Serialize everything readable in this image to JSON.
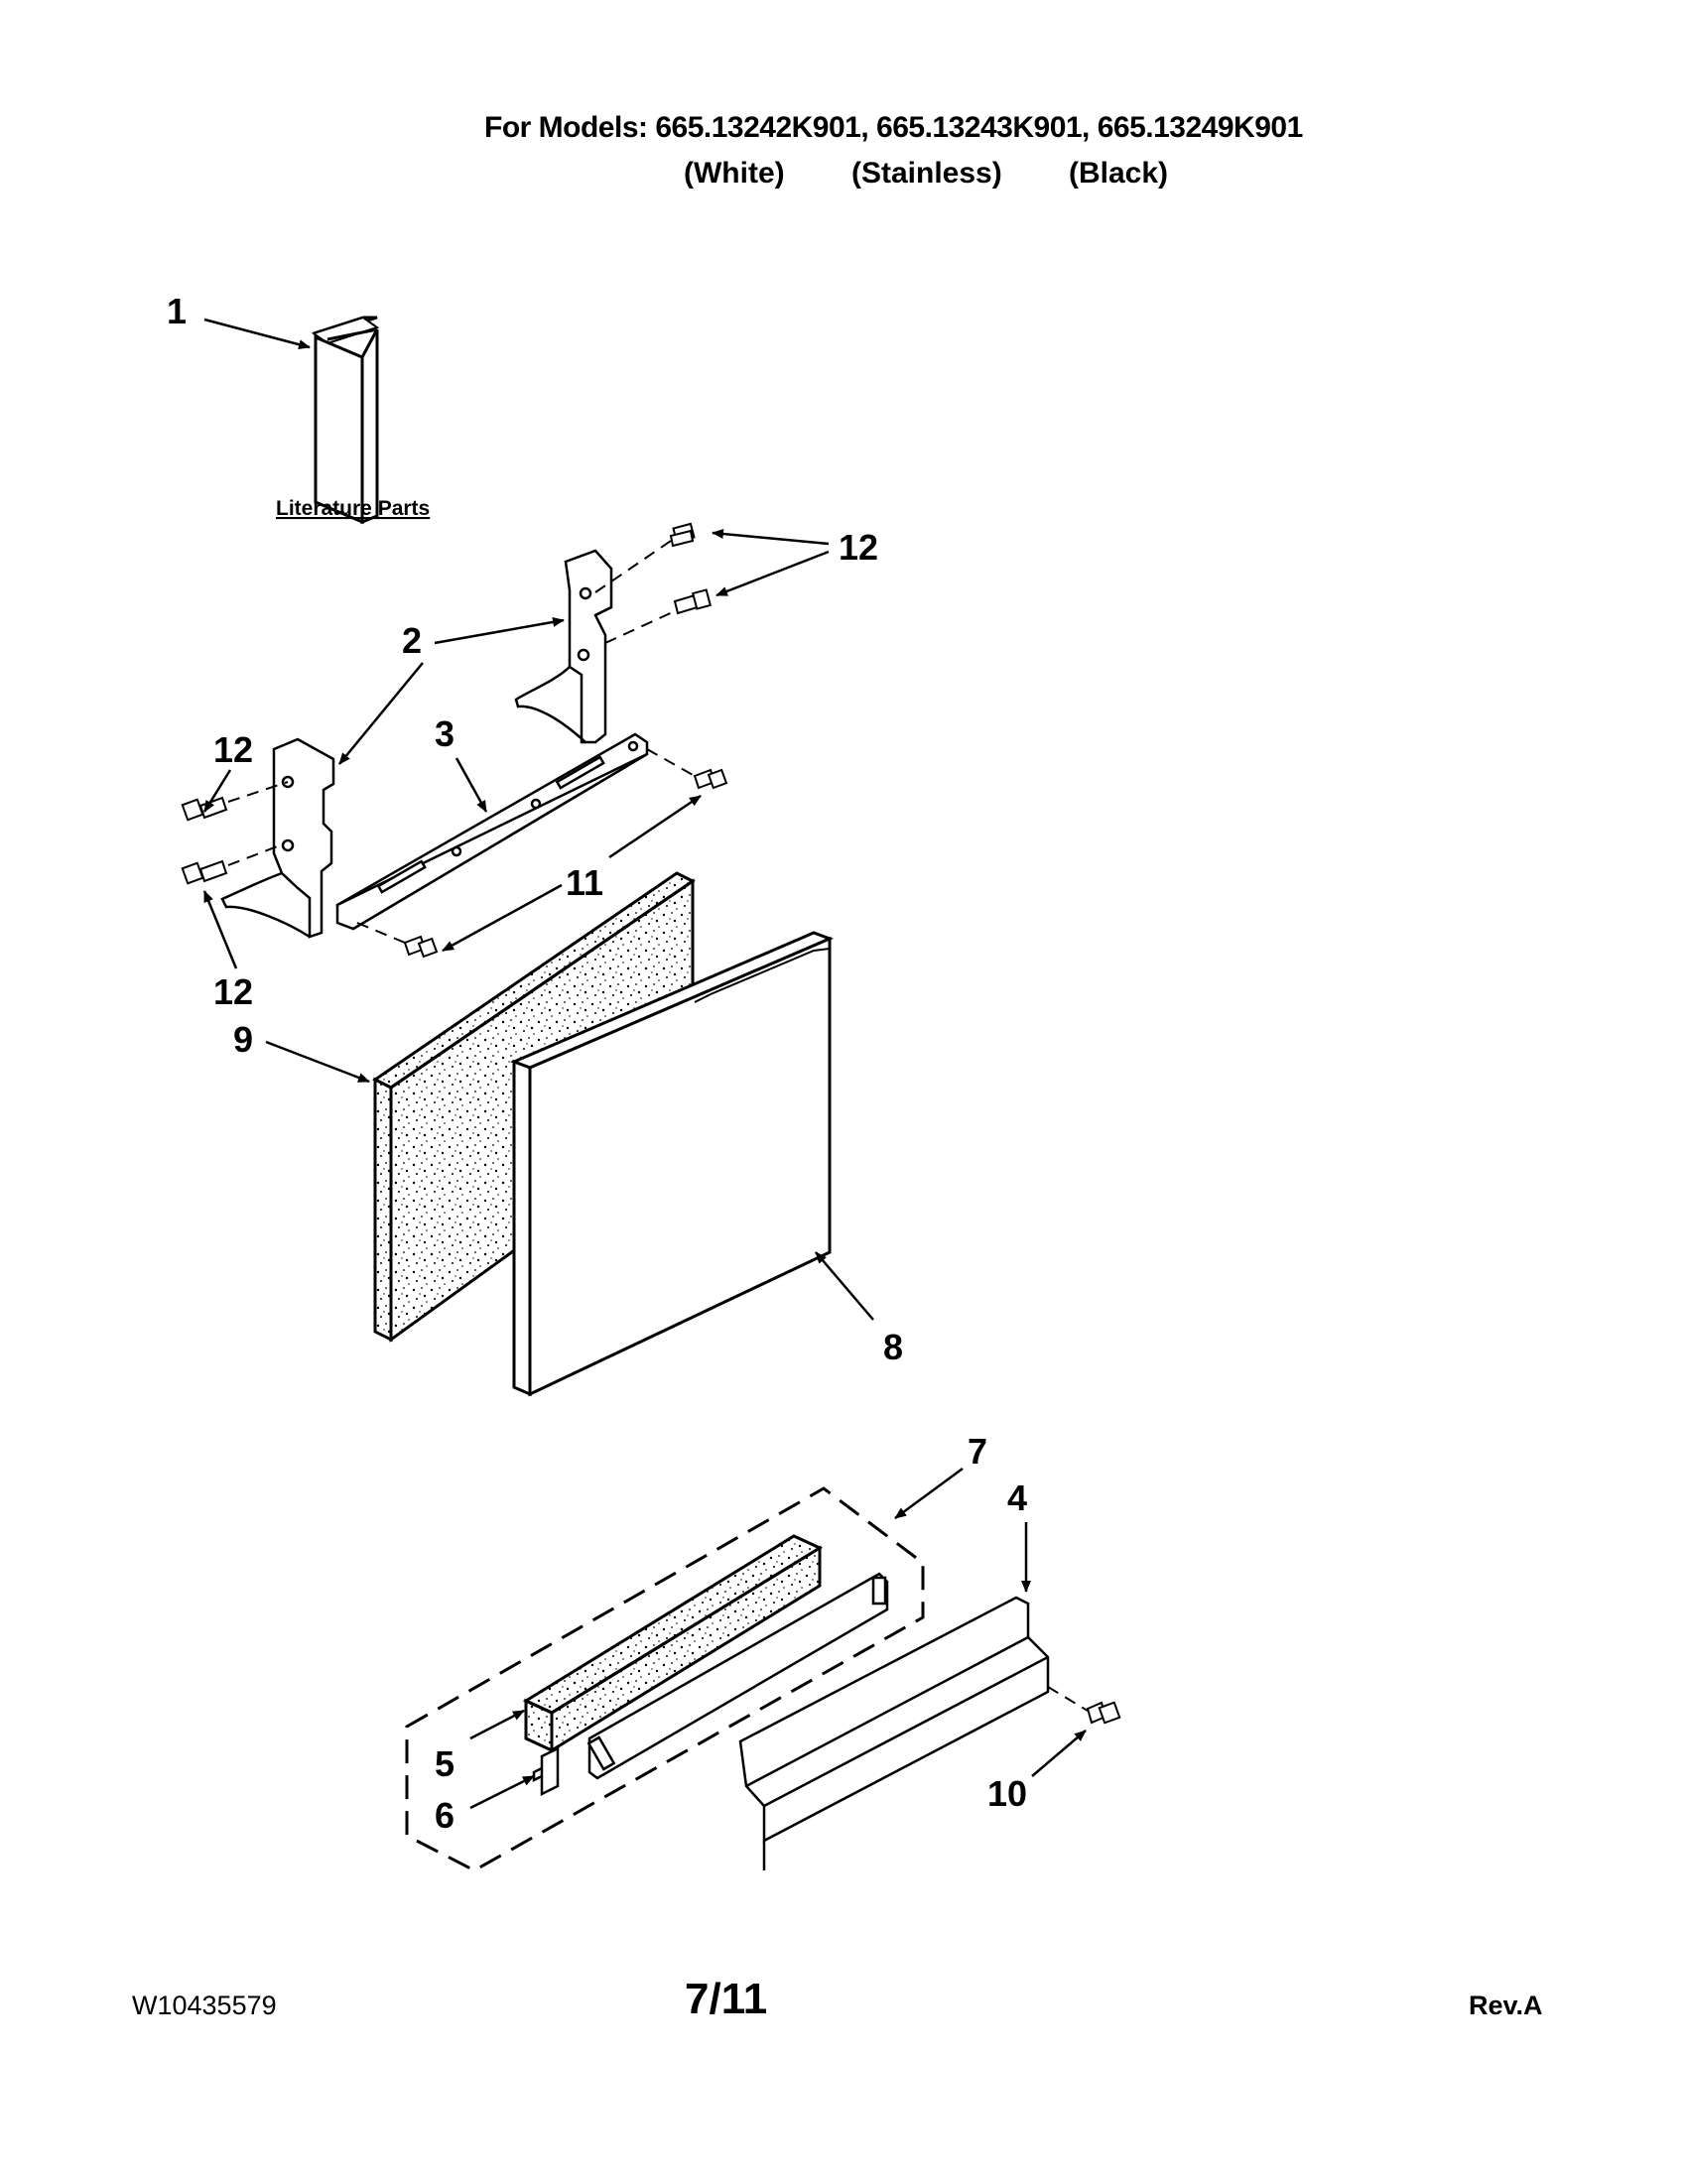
{
  "header": {
    "models_line": "For Models: 665.13242K901, 665.13243K901, 665.13249K901",
    "variants": [
      "(White)",
      "(Stainless)",
      "(Black)"
    ]
  },
  "diagram": {
    "literature_label": "Literature Parts",
    "callouts": {
      "c1": "1",
      "c2": "2",
      "c3": "3",
      "c4": "4",
      "c5": "5",
      "c6": "6",
      "c7": "7",
      "c8": "8",
      "c9": "9",
      "c10": "10",
      "c11": "11",
      "c12a": "12",
      "c12b": "12",
      "c12c": "12"
    }
  },
  "footer": {
    "doc_number": "W10435579",
    "page": "7/11",
    "revision": "Rev.A"
  }
}
